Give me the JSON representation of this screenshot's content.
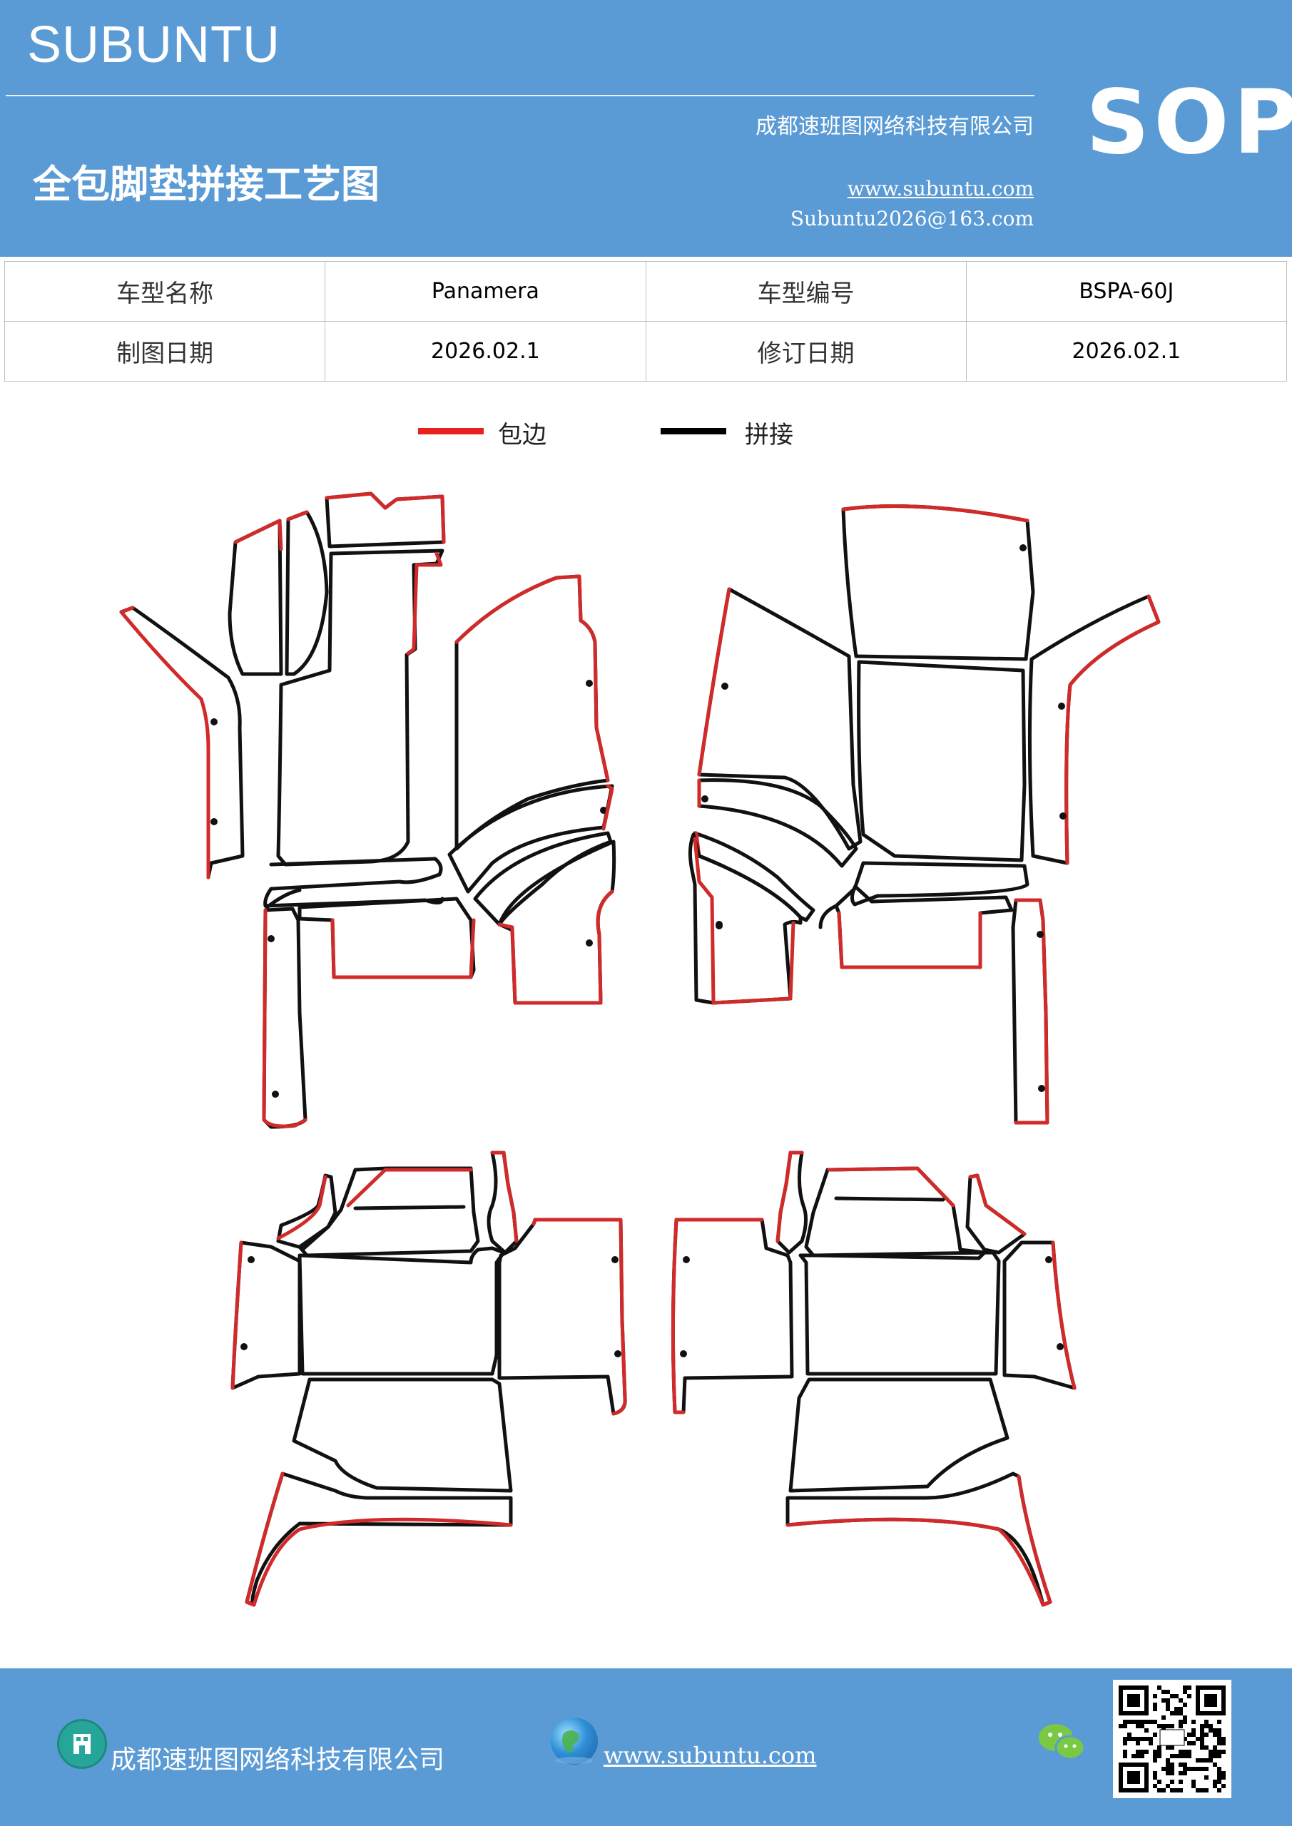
{
  "header": {
    "brand": "SUBUNTU",
    "company": "成都速班图网络科技有限公司",
    "title": "全包脚垫拼接工艺图",
    "website": "www.subuntu.com",
    "email": "Subuntu2026@163.com",
    "badge": "SOP"
  },
  "info_table": {
    "rows": [
      [
        {
          "text": "车型名称",
          "kind": "lbl"
        },
        {
          "text": "Panamera",
          "kind": "val"
        },
        {
          "text": "车型编号",
          "kind": "lbl"
        },
        {
          "text": "BSPA-60J",
          "kind": "val"
        }
      ],
      [
        {
          "text": "制图日期",
          "kind": "lbl"
        },
        {
          "text": "2026.02.1",
          "kind": "val"
        },
        {
          "text": "修订日期",
          "kind": "lbl"
        },
        {
          "text": "2026.02.1",
          "kind": "val"
        }
      ]
    ]
  },
  "legend": {
    "binding": {
      "label": "包边",
      "color": "#e8201e"
    },
    "seam": {
      "label": "拼接",
      "color": "#000000"
    }
  },
  "colors": {
    "brand_blue": "#5b9bd5",
    "edge_red": "#d02a2a",
    "seam_black": "#111111"
  },
  "footer": {
    "company": "成都速班图网络科技有限公司",
    "website": "www.subuntu.com",
    "company_icon": "building-icon",
    "web_icon": "globe-icon",
    "wechat_icon": "wechat-icon",
    "qr": "qr-code"
  }
}
